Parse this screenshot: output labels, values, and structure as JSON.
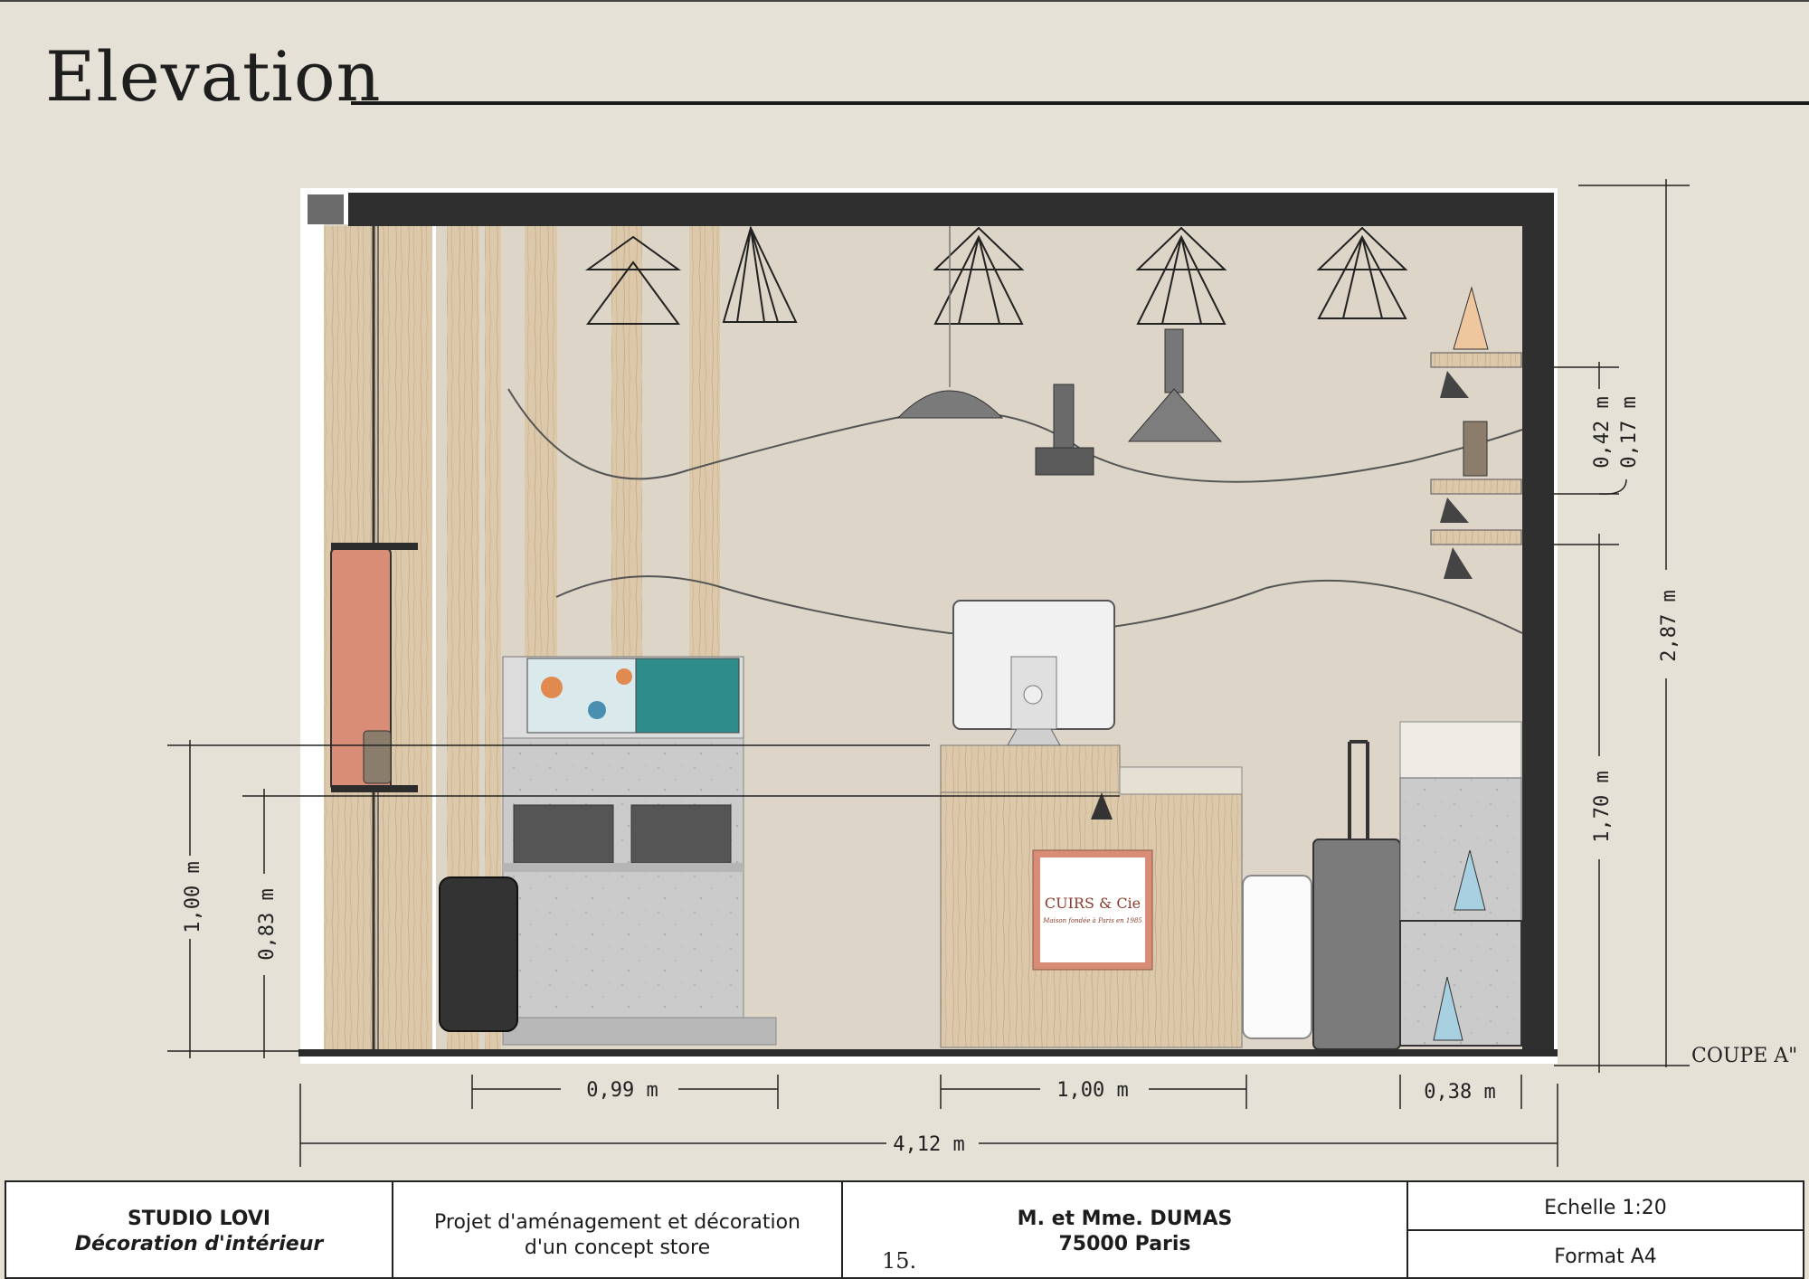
{
  "page": {
    "title": "Elevation",
    "section_label": "COUPE A\"",
    "page_number": "15."
  },
  "dimensions": {
    "total_width": "4,12 m",
    "width_display": "0,99 m",
    "width_counter": "1,00 m",
    "width_shelf": "0,38 m",
    "height_total": "2,87 m",
    "height_wall": "1,70 m",
    "height_counter": "1,00 m",
    "height_table": "0,83 m",
    "shelf_spacing_1": "0,42 m",
    "shelf_spacing_2": "0,17 m"
  },
  "counter_sign": {
    "brand": "CUIRS & Cie",
    "tagline": "Maison fondée à Paris en 1985"
  },
  "title_block": {
    "studio_name": "STUDIO LOVI",
    "studio_subtitle": "Décoration d'intérieur",
    "project_line1": "Projet d'aménagement et décoration",
    "project_line2": "d'un concept store",
    "client_name": "M. et Mme. DUMAS",
    "client_city": "75000 Paris",
    "scale": "Echelle 1:20",
    "format": "Format A4"
  },
  "colors": {
    "background": "#e6e1d6",
    "wall": "#ddd4c6",
    "wood": "#d9c4a6",
    "structure": "#2f2f2f",
    "concrete": "#c9c9c9",
    "accent_pink": "#d98c76",
    "teal_box": "#2e8c8a"
  }
}
